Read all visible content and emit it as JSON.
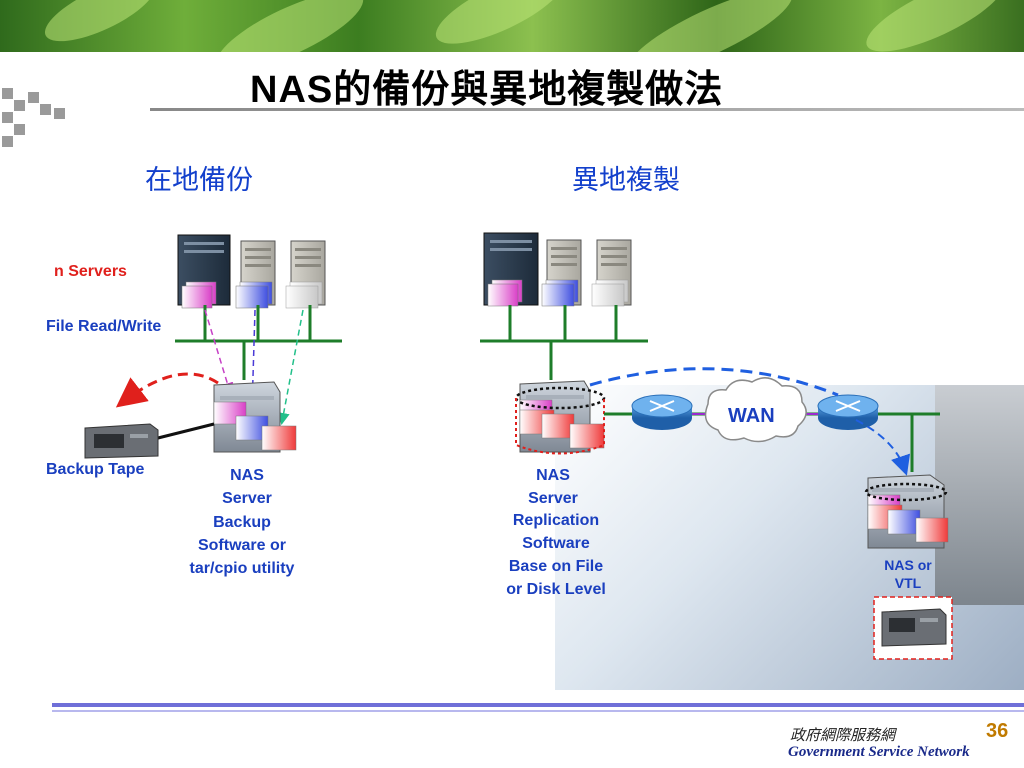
{
  "title": {
    "prefix": "NAS",
    "rest": "的備份與異地複製做法"
  },
  "sections": {
    "local": "在地備份",
    "remote": "異地複製"
  },
  "labels": {
    "servers": "n Servers",
    "file_rw": "File Read/Write",
    "backup_tape": "Backup Tape",
    "nas_server_left": [
      "NAS",
      "Server"
    ],
    "backup_software": [
      "Backup",
      "Software or",
      "tar/cpio utility"
    ],
    "nas_server_mid": [
      "NAS",
      "Server"
    ],
    "replication_software": [
      "Replication",
      "Software",
      "Base on File",
      "or Disk Level"
    ],
    "wan": "WAN",
    "nas_vtl": [
      "NAS or",
      "VTL"
    ]
  },
  "footer": {
    "cn": "政府網際服務網",
    "en": "Government Service Network",
    "page": "36"
  },
  "colors": {
    "label_blue": "#1a3fbf",
    "section_blue": "#1340cc",
    "accent_red": "#e0201c",
    "bus_green": "#1e7d2a"
  }
}
